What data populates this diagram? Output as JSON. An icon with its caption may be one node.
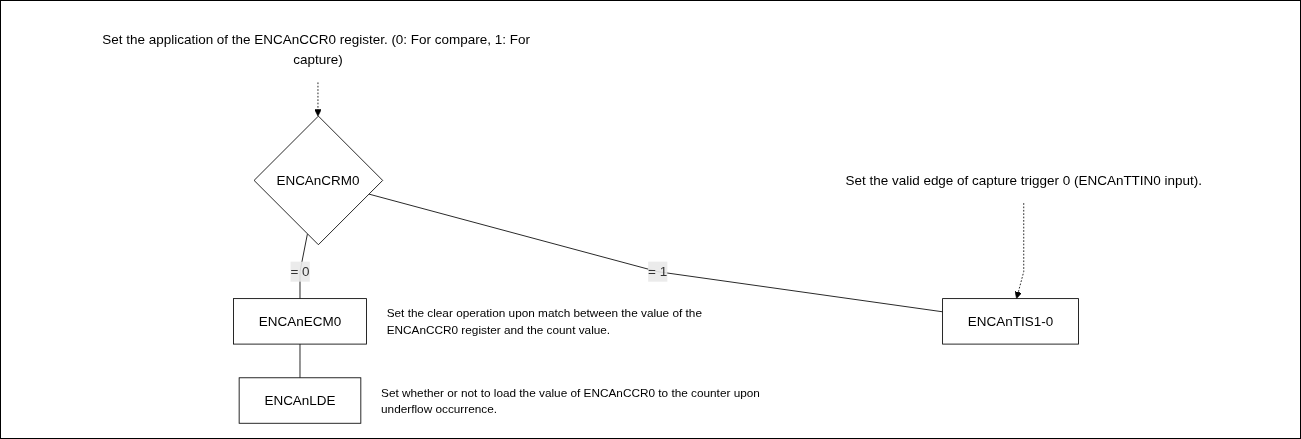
{
  "diagram": {
    "nodes": [
      {
        "text": [
          "ENCAnCRM0"
        ]
      },
      {
        "text": [
          "Set the application of the ENCAnCCR0 register. (0: For compare, 1: For capture)"
        ]
      },
      {
        "text": [
          "ENCAnECM0"
        ],
        "beside": [
          "Set the clear operation upon match between the value of the ENCAnCCR0 register and the count value."
        ]
      },
      {
        "text": [
          "ENCAnLDE"
        ],
        "beside": [
          "Set whether or not to load the value of ENCAnCCR0 to the counter upon underflow occurrence."
        ]
      },
      {
        "text": [
          "ENCAnTIS1-0"
        ]
      },
      {
        "text": [
          "Set the valid edge of capture trigger 0 (ENCAnTTIN0 input)."
        ]
      }
    ],
    "edges": [
      {
        "from": 1,
        "to": 0,
        "arrow": "to",
        "style": "dashed"
      },
      {
        "from": 0,
        "to": 2,
        "arrow": "none",
        "label": "= 0"
      },
      {
        "from": 2,
        "to": 3,
        "arrow": "none"
      },
      {
        "from": 0,
        "to": 4,
        "arrow": "none",
        "label": "= 1"
      },
      {
        "from": 5,
        "to": 4,
        "arrow": "to",
        "style": "dashed"
      }
    ]
  }
}
